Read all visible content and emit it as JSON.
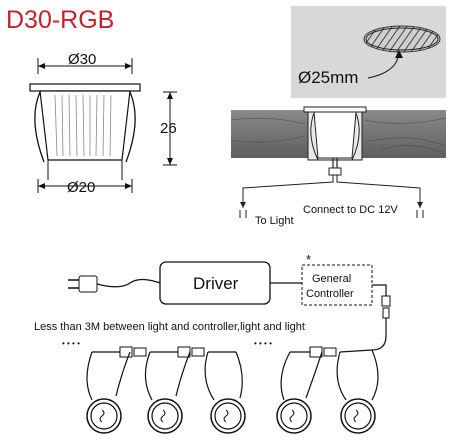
{
  "title": "D30-RGB",
  "dimensions": {
    "top_diameter": "Ø30",
    "height": "26",
    "bottom_diameter": "Ø20",
    "hole_diameter": "Ø25mm"
  },
  "wiring": {
    "to_light": "To Light",
    "connect_to_dc": "Connect to DC 12V"
  },
  "system": {
    "driver_label": "Driver",
    "controller_label_line1": "General",
    "controller_label_line2": "Controller",
    "optional_mark": "*",
    "distance_note": "Less than 3M between light and controller,light and light",
    "ellipsis_left": "• • • •",
    "ellipsis_mid": "• • • •"
  },
  "colors": {
    "title_red": "#c8202a",
    "line": "#222222",
    "wood_dark": "#6e6e6e",
    "wood_light": "#9a9a9a",
    "panel_gray": "#d8d8d8"
  }
}
